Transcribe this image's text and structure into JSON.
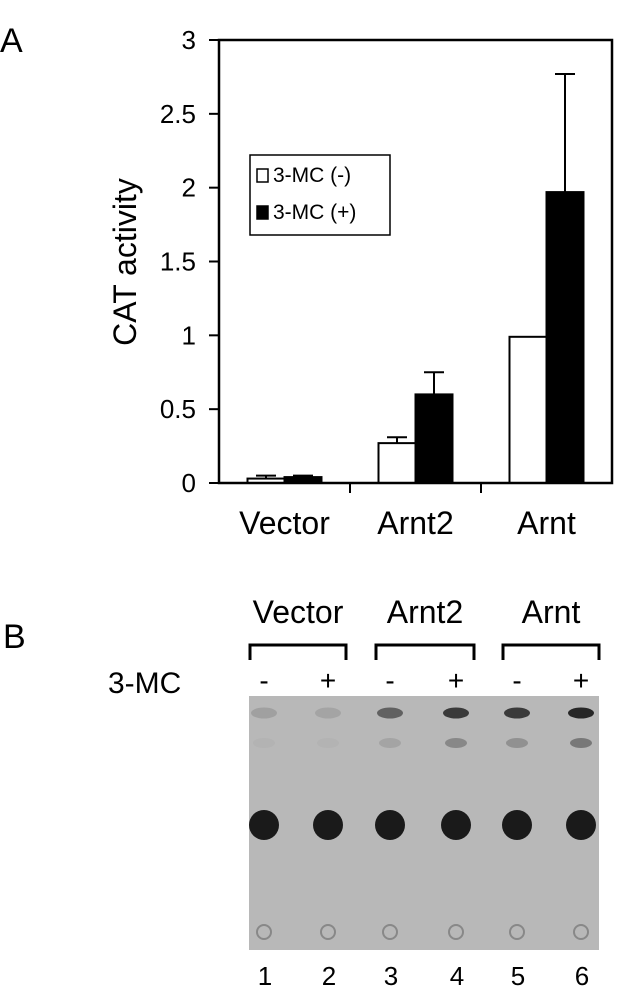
{
  "panel_a": {
    "label": "A"
  },
  "panel_b": {
    "label": "B",
    "treatment_label": "3-MC",
    "lane_numbers": [
      "1",
      "2",
      "3",
      "4",
      "5",
      "6"
    ]
  },
  "chart_data": {
    "type": "bar",
    "xlabel": "",
    "ylabel": "CAT activity",
    "ylim": [
      0,
      3
    ],
    "yticks": [
      "0",
      "0.5",
      "1",
      "1.5",
      "2",
      "2.5",
      "3"
    ],
    "categories": [
      "Vector",
      "Arnt2",
      "Arnt"
    ],
    "series": [
      {
        "name": "3-MC (-)",
        "values": [
          0.03,
          0.27,
          0.99
        ],
        "errors": [
          0.02,
          0.04,
          0
        ],
        "color": "#ffffff"
      },
      {
        "name": "3-MC (+)",
        "values": [
          0.04,
          0.6,
          1.97
        ],
        "errors": [
          0.01,
          0.15,
          0.8
        ],
        "color": "#000000"
      }
    ],
    "legend_position": "upper-left",
    "grid": false
  },
  "tlc": {
    "groups": [
      {
        "label": "Vector",
        "signs": [
          "-",
          "+"
        ]
      },
      {
        "label": "Arnt2",
        "signs": [
          "-",
          "+"
        ]
      },
      {
        "label": "Arnt",
        "signs": [
          "-",
          "+"
        ]
      }
    ],
    "product_band_intensity": [
      0.15,
      0.12,
      0.55,
      0.8,
      0.8,
      0.92
    ],
    "minor_band_intensity": [
      0.03,
      0.03,
      0.12,
      0.3,
      0.25,
      0.4
    ],
    "colors": {
      "plate": "#b8b8b8",
      "spot": "#1a1a1a"
    }
  }
}
